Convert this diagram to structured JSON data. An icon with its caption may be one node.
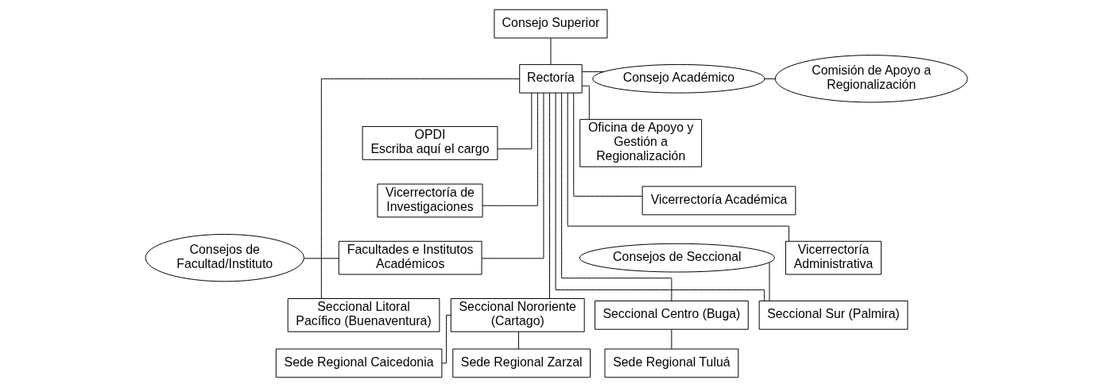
{
  "diagram": {
    "nodes": [
      {
        "text": [
          "Consejo Superior"
        ]
      },
      {
        "text": [
          "Rectoría"
        ]
      },
      {
        "text": [
          "Consejo Académico"
        ]
      },
      {
        "text": [
          "Comisión de Apoyo a Regionalización"
        ]
      },
      {
        "text": [
          "OPDI",
          "Escriba aquí el cargo"
        ]
      },
      {
        "text": [
          "Oficina de Apoyo y Gestión a Regionalización"
        ]
      },
      {
        "text": [
          "Vicerrectoría de Investigaciones"
        ]
      },
      {
        "text": [
          "Vicerrectoría Académica"
        ]
      },
      {
        "text": [
          "Consejos de Facultad/Instituto"
        ]
      },
      {
        "text": [
          "Facultades e Institutos Académicos"
        ]
      },
      {
        "text": [
          "Vicerrectoría Administrativa"
        ]
      },
      {
        "text": [
          "Consejos de Seccional"
        ]
      },
      {
        "text": [
          "Seccional Litoral Pacífico (Buenaventura)"
        ]
      },
      {
        "text": [
          "Seccional Nororiente (Cartago)"
        ]
      },
      {
        "text": [
          "Seccional Centro (Buga)"
        ]
      },
      {
        "text": [
          "Seccional Sur (Palmira)"
        ]
      },
      {
        "text": [
          "Sede Regional Zarzal"
        ]
      },
      {
        "text": [
          "Sede Regional Caicedonia"
        ]
      },
      {
        "text": [
          "Sede Regional Tuluá"
        ]
      }
    ],
    "edges": [
      {
        "from": 0,
        "to": 1,
        "arrow": "none"
      },
      {
        "from": 1,
        "to": 2,
        "arrow": "none"
      },
      {
        "from": 2,
        "to": 3,
        "arrow": "none"
      },
      {
        "from": 1,
        "to": 4,
        "arrow": "none"
      },
      {
        "from": 1,
        "to": 5,
        "arrow": "none"
      },
      {
        "from": 1,
        "to": 6,
        "arrow": "none"
      },
      {
        "from": 1,
        "to": 7,
        "arrow": "none"
      },
      {
        "from": 8,
        "to": 9,
        "arrow": "none"
      },
      {
        "from": 1,
        "to": 9,
        "arrow": "none"
      },
      {
        "from": 1,
        "to": 10,
        "arrow": "none"
      },
      {
        "from": 1,
        "to": 12,
        "arrow": "none"
      },
      {
        "from": 1,
        "to": 13,
        "arrow": "none"
      },
      {
        "from": 1,
        "to": 14,
        "arrow": "none"
      },
      {
        "from": 1,
        "to": 15,
        "arrow": "none"
      },
      {
        "from": 11,
        "to": 15,
        "arrow": "none"
      },
      {
        "from": 13,
        "to": 16,
        "arrow": "none"
      },
      {
        "from": 13,
        "to": 17,
        "arrow": "none"
      },
      {
        "from": 14,
        "to": 18,
        "arrow": "none"
      }
    ]
  }
}
